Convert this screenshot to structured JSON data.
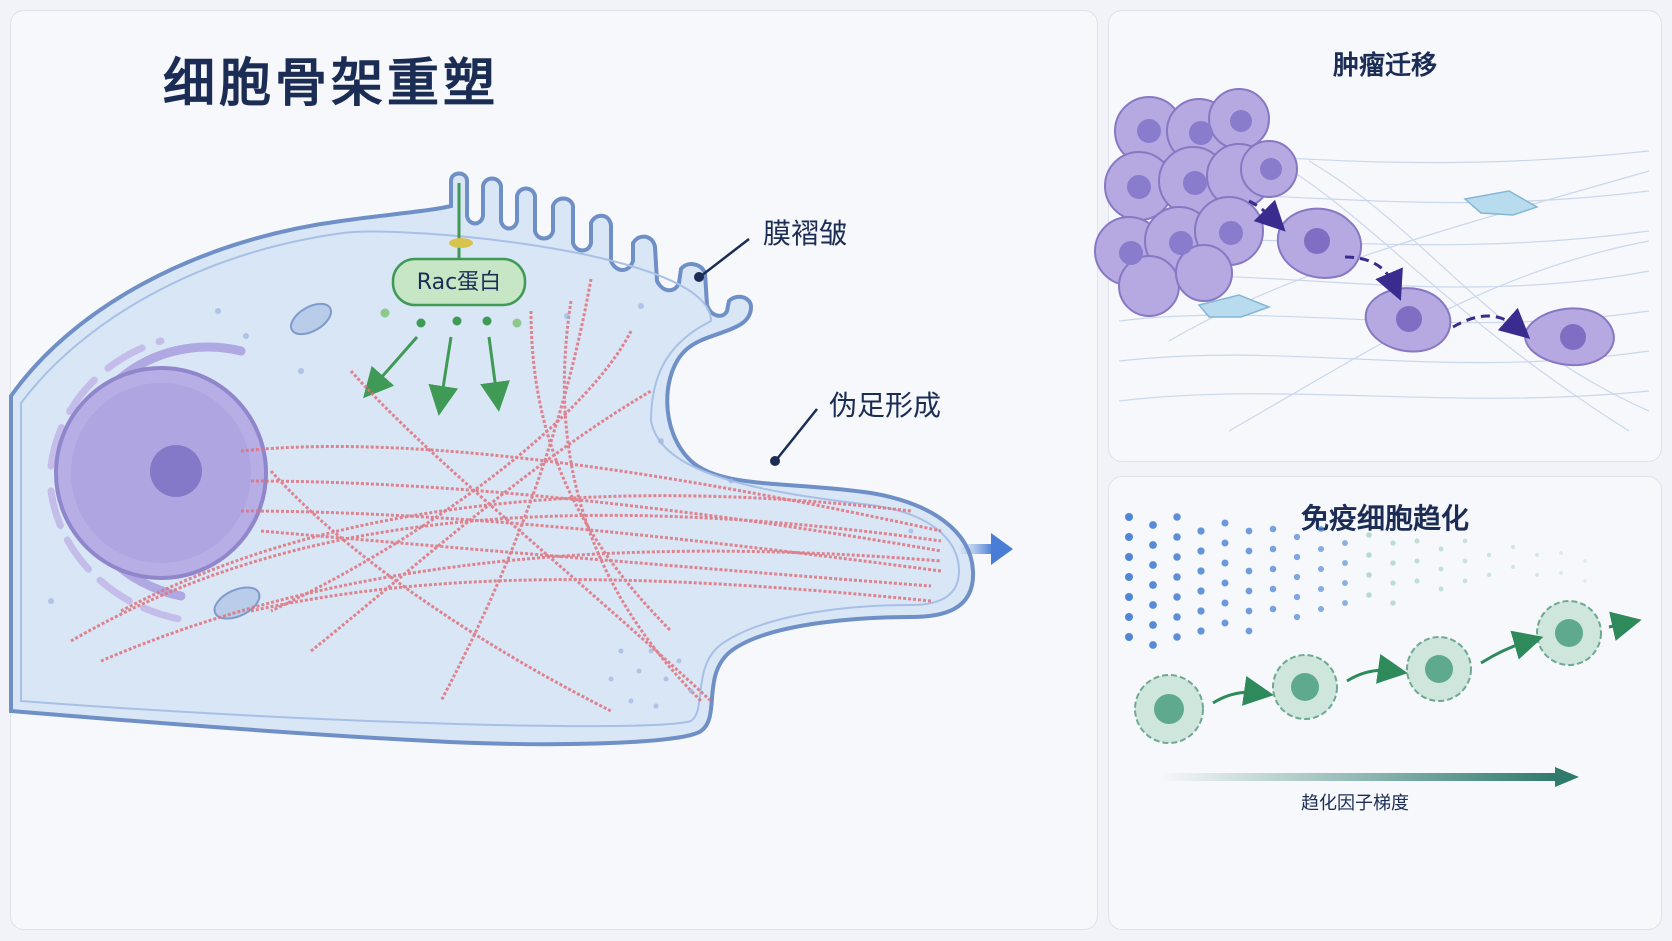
{
  "main": {
    "title": "细胞骨架重塑",
    "rac_label": "Rac蛋白",
    "ruffle_label": "膜褶皱",
    "pseudopod_label": "伪足形成"
  },
  "tumor": {
    "title": "肿瘤迁移"
  },
  "immune": {
    "title": "免疫细胞趋化",
    "gradient_label": "趋化因子梯度"
  },
  "colors": {
    "title": "#1b2d55",
    "cell_fill": "#d9e6f6",
    "cell_outline": "#6f8fc7",
    "actin": "#e0727d",
    "rac_green": "#3f9a56",
    "nucleus": "#9b94d6",
    "tumor_cell": "#a596d6",
    "immune_cell": "#7fbfa6",
    "dashed_arrow": "#3a2c8f",
    "gradient_arrow": "#2e7a6b"
  }
}
